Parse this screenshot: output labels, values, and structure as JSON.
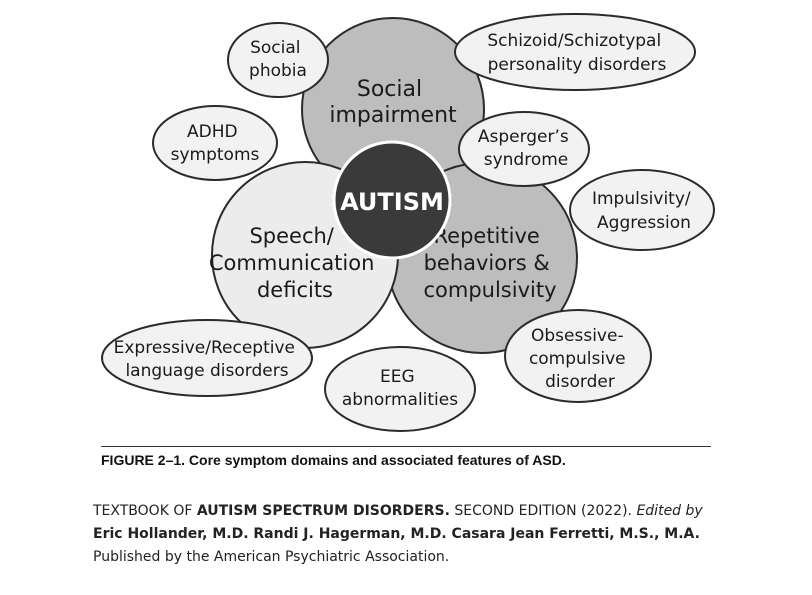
{
  "diagram": {
    "nodes": {
      "social_phobia": [
        "Social",
        "phobia"
      ],
      "social_impairment": [
        "Social",
        "impairment"
      ],
      "schizoid": [
        "Schizoid/Schizotypal",
        "personality disorders"
      ],
      "adhd": [
        "ADHD",
        "symptoms"
      ],
      "asperger": [
        "Asperger’s",
        "syndrome"
      ],
      "autism": [
        "AUTISM"
      ],
      "impulsivity": [
        "Impulsivity/",
        "Aggression"
      ],
      "speech": [
        "Speech/",
        "Communication",
        "deficits"
      ],
      "repetitive": [
        "Repetitive",
        "behaviors &",
        "compulsivity"
      ],
      "expressive": [
        "Expressive/Receptive",
        "language disorders"
      ],
      "ocd": [
        "Obsessive-",
        "compulsive",
        "disorder"
      ],
      "eeg": [
        "EEG",
        "abnormalities"
      ]
    },
    "colors": {
      "core_dark": "#bdbdbd",
      "core_light": "#ececec",
      "satellite": "#f2f2f2",
      "autism_center": "#3a3a3a",
      "outline": "#2b2b2b"
    }
  },
  "caption": "FIGURE 2–1. Core symptom domains and associated features of ASD.",
  "credit": {
    "p1": "TEXTBOOK OF ",
    "b1": "AUTISM SPECTRUM DISORDERS.",
    "p2": " SECOND EDITION (2022). ",
    "i1": "Edited by",
    "p3": " ",
    "b2": "Eric Hollander, M.D. Randi J. Hagerman, M.D. Casara Jean Ferretti, M.S., M.A.",
    "p4": " Published by the American Psychiatric Association."
  }
}
